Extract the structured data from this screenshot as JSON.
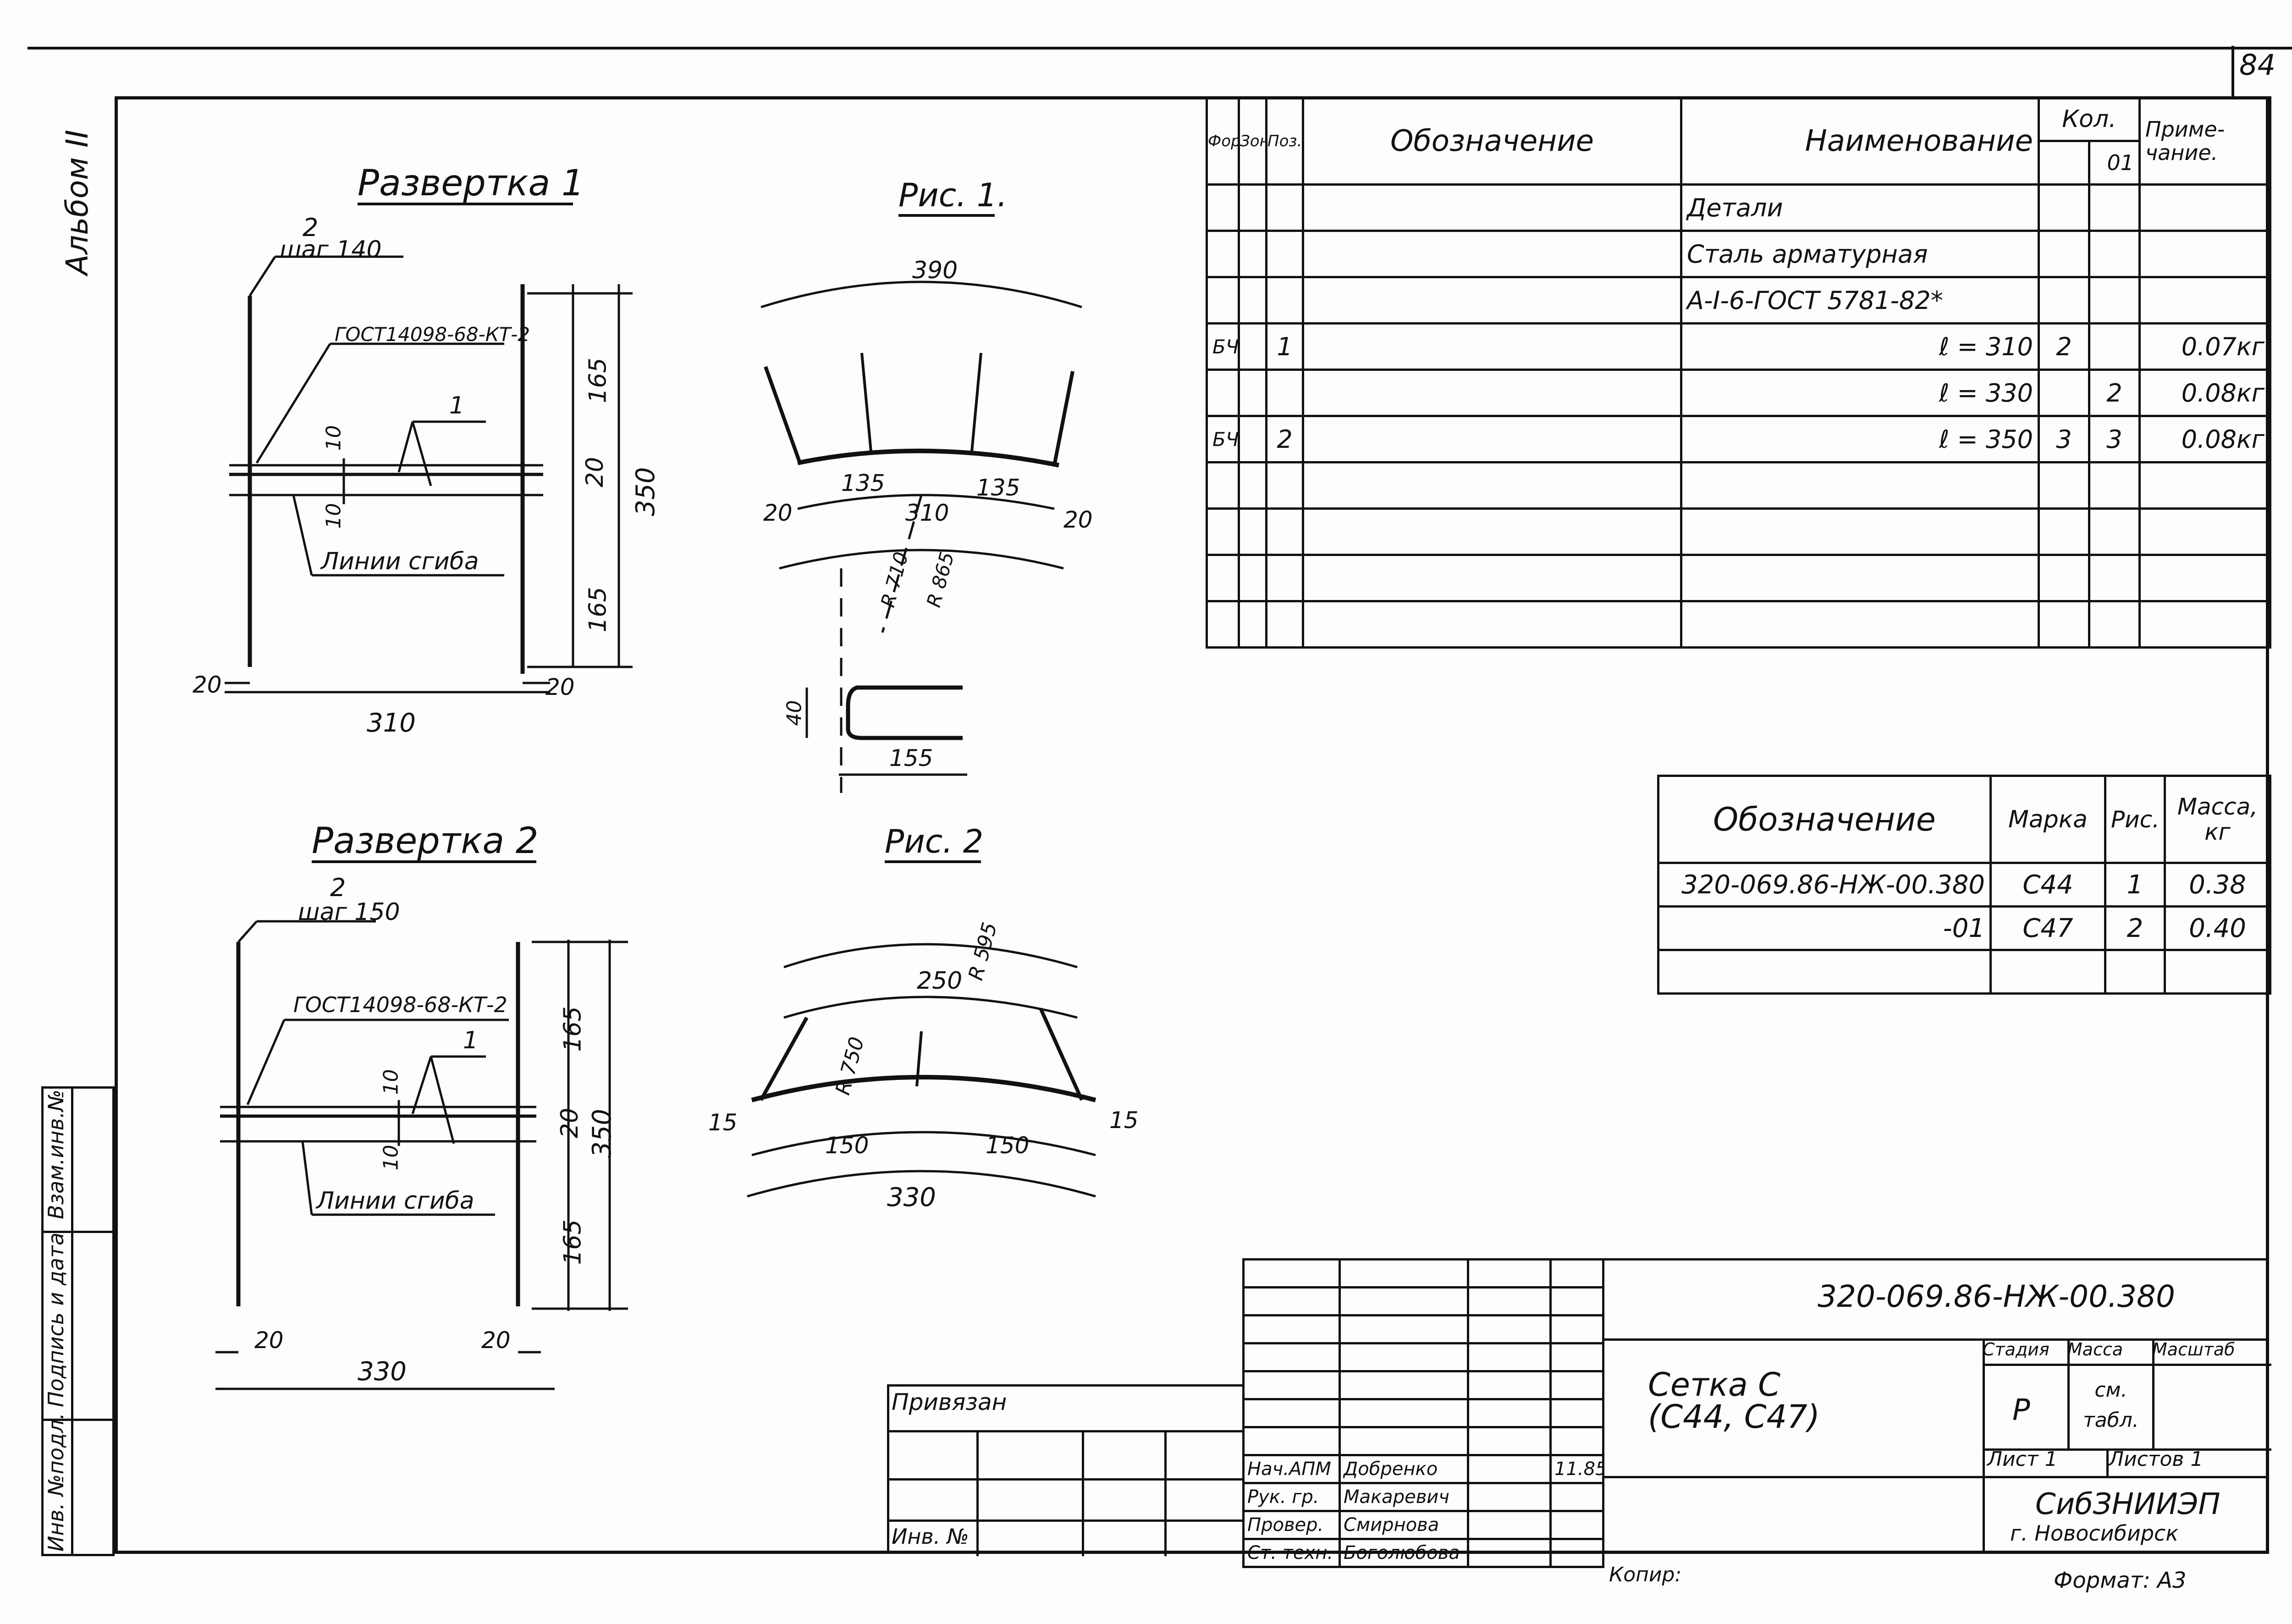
{
  "page_number": "84",
  "album_label": "Альбом II",
  "side_stamp": {
    "inv_podl": "Инв. №подл.",
    "podpis_data": "Подпись и дата",
    "vzam_inv": "Взам.инв.№"
  },
  "drawings": {
    "razvertka1": {
      "title": "Развертка 1",
      "pos_label": "2",
      "step_label": "шаг 140",
      "gost_label": "ГОСТ14098-68-КТ-2",
      "pos1": "1",
      "bend_label": "Линии сгиба",
      "dims": {
        "top": "165",
        "mid": "20",
        "bot": "165",
        "total": "350",
        "gap_top": "10",
        "gap_bot": "10",
        "left": "20",
        "right": "20",
        "width": "310"
      }
    },
    "razvertka2": {
      "title": "Развертка 2",
      "pos_label": "2",
      "step_label": "шаг 150",
      "gost_label": "ГОСТ14098-68-КТ-2",
      "pos1": "1",
      "bend_label": "Линии сгиба",
      "dims": {
        "top": "165",
        "mid": "20",
        "bot": "165",
        "total": "350",
        "gap_top": "10",
        "gap_bot": "10",
        "left": "20",
        "right": "20",
        "width": "330"
      }
    },
    "ris1": {
      "title": "Рис. 1.",
      "chord_top": "390",
      "left_seg": "135",
      "right_seg": "135",
      "mid": "310",
      "left_end": "20",
      "right_end": "20",
      "r_inner": "R 710",
      "r_outer": "R 865",
      "hook_h": "40",
      "hook_w": "155"
    },
    "ris2": {
      "title": "Рис. 2",
      "chord_top": "250",
      "r_top": "R 595",
      "r_mid": "R 750",
      "left_seg": "150",
      "right_seg": "150",
      "chord_bot": "330",
      "left_end": "15",
      "right_end": "15"
    }
  },
  "spec_table": {
    "headers": {
      "format": "Формат",
      "zona": "Зона",
      "poz": "Поз.",
      "oboznachenie": "Обозначение",
      "naimenovanie": "Наименование",
      "kol": "Кол.",
      "kol_sub": "01",
      "primechanie": "Приме-чание."
    },
    "rows": [
      {
        "format": "",
        "poz": "",
        "name": "Детали",
        "kol": "",
        "kol01": "",
        "note": ""
      },
      {
        "format": "",
        "poz": "",
        "name": "Сталь арматурная",
        "kol": "",
        "kol01": "",
        "note": ""
      },
      {
        "format": "",
        "poz": "",
        "name": "А-I-6-ГОСТ 5781-82*",
        "kol": "",
        "kol01": "",
        "note": ""
      },
      {
        "format": "БЧ",
        "poz": "1",
        "name": "ℓ = 310",
        "kol": "2",
        "kol01": "",
        "note": "0.07кг"
      },
      {
        "format": "",
        "poz": "",
        "name": "ℓ = 330",
        "kol": "",
        "kol01": "2",
        "note": "0.08кг"
      },
      {
        "format": "БЧ",
        "poz": "2",
        "name": "ℓ = 350",
        "kol": "3",
        "kol01": "3",
        "note": "0.08кг"
      },
      {
        "format": "",
        "poz": "",
        "name": "",
        "kol": "",
        "kol01": "",
        "note": ""
      },
      {
        "format": "",
        "poz": "",
        "name": "",
        "kol": "",
        "kol01": "",
        "note": ""
      },
      {
        "format": "",
        "poz": "",
        "name": "",
        "kol": "",
        "kol01": "",
        "note": ""
      },
      {
        "format": "",
        "poz": "",
        "name": "",
        "kol": "",
        "kol01": "",
        "note": ""
      }
    ]
  },
  "mass_table": {
    "headers": {
      "oboznachenie": "Обозначение",
      "marka": "Марка",
      "ris": "Рис.",
      "massa": "Масса, кг"
    },
    "rows": [
      {
        "obozn": "320-069.86-НЖ-00.380",
        "marka": "С44",
        "ris": "1",
        "massa": "0.38"
      },
      {
        "obozn": "-01",
        "marka": "С47",
        "ris": "2",
        "massa": "0.40"
      },
      {
        "obozn": "",
        "marka": "",
        "ris": "",
        "massa": ""
      }
    ]
  },
  "title_block": {
    "code": "320-069.86-НЖ-00.380",
    "name_line1": "Сетка С",
    "name_line2": "(С44, С47)",
    "stadia_h": "Стадия",
    "massa_h": "Масса",
    "masshtab_h": "Масштаб",
    "stadia": "Р",
    "massa": "см. табл.",
    "list": "Лист 1",
    "listov": "Листов 1",
    "org": "СибЗНИИЭП",
    "city": "г. Новосибирск",
    "privyazan": "Привязан",
    "inv_no": "Инв. №",
    "signers": [
      {
        "role": "Нач.АПМ",
        "name": "Добренко",
        "date": "11.85"
      },
      {
        "role": "Рук. гр.",
        "name": "Макаревич",
        "date": ""
      },
      {
        "role": "Провер.",
        "name": "Смирнова",
        "date": ""
      },
      {
        "role": "Ст. техн.",
        "name": "Боголюбова",
        "date": ""
      }
    ]
  },
  "footer": {
    "copier": "Копир:",
    "format": "Формат: А3"
  }
}
